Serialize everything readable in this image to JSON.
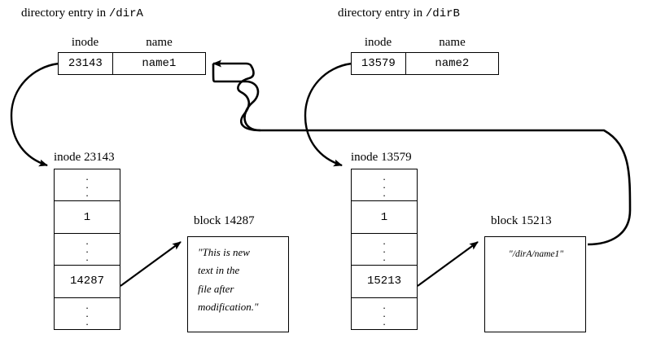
{
  "diagram": {
    "title_left_prefix": "directory entry in ",
    "title_left_path": "/dirA",
    "title_right_prefix": "directory entry in ",
    "title_right_path": "/dirB",
    "column_headers": {
      "inode": "inode",
      "name": "name"
    }
  },
  "dir_entries": [
    {
      "id": "dirA",
      "inode": "23143",
      "name": "name1"
    },
    {
      "id": "dirB",
      "inode": "13579",
      "name": "name2"
    }
  ],
  "inodes": [
    {
      "id": "inode-23143",
      "label": "inode 23143",
      "rows": [
        "⋮",
        "1",
        "⋮",
        "14287",
        "⋮"
      ],
      "link_count": "1",
      "block_pointer": "14287"
    },
    {
      "id": "inode-13579",
      "label": "inode 13579",
      "rows": [
        "⋮",
        "1",
        "⋮",
        "15213",
        "⋮"
      ],
      "link_count": "1",
      "block_pointer": "15213"
    }
  ],
  "blocks": [
    {
      "id": "block-14287",
      "label": "block 14287",
      "lines": [
        "\"This is new",
        "text in the",
        "file after",
        "modification.\""
      ]
    },
    {
      "id": "block-15213",
      "label": "block 15213",
      "lines": [
        "\"/dirA/name1\""
      ]
    }
  ],
  "colors": {
    "stroke": "#000000",
    "background": "#ffffff"
  }
}
